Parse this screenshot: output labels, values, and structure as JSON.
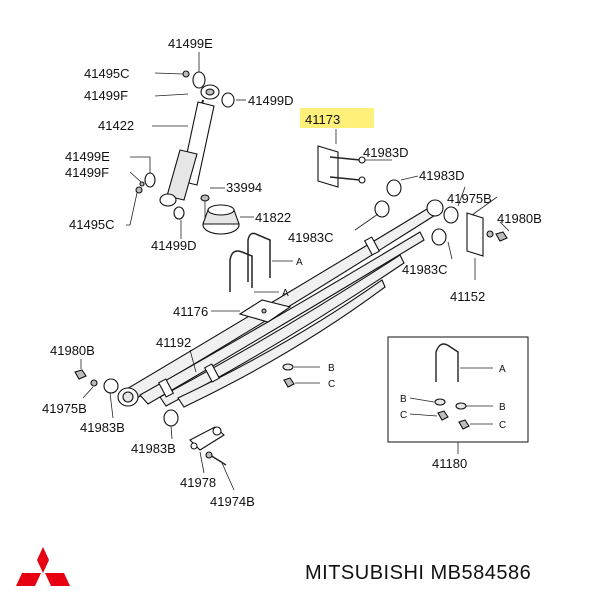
{
  "title_part": "MITSUBISHI MB584586",
  "accent_color": "#fff07a",
  "logo_color": "#e60012",
  "labels": {
    "p41499E_top": "41499E",
    "p41495C_top": "41495C",
    "p41499F_top": "41499F",
    "p41499D_top": "41499D",
    "p41422": "41422",
    "p41499E_mid": "41499E",
    "p41499F_mid": "41499F",
    "p41495C_mid": "41495C",
    "p41499D_mid": "41499D",
    "p33994": "33994",
    "p41822": "41822",
    "p41173": "41173",
    "p41983D_a": "41983D",
    "p41983D_b": "41983D",
    "p41975B_r": "41975B",
    "p41980B_r": "41980B",
    "p41983C_a": "41983C",
    "p41983C_b": "41983C",
    "p41152": "41152",
    "pA1": "A",
    "pA2": "A",
    "p41176": "41176",
    "p41192": "41192",
    "p41980B_l": "41980B",
    "p41975B_l": "41975B",
    "p41983B_a": "41983B",
    "p41983B_b": "41983B",
    "p41978": "41978",
    "p41974B": "41974B",
    "pB_main": "B",
    "pC_main": "C",
    "box_A": "A",
    "box_B_left": "B",
    "box_B_right": "B",
    "box_C_left": "C",
    "box_C_right": "C",
    "p41180": "41180"
  }
}
